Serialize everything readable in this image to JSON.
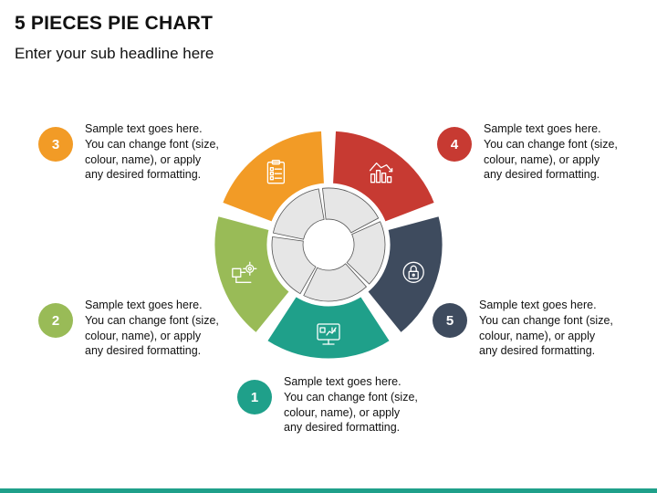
{
  "header": {
    "title": "5 PIECES PIE CHART",
    "subtitle": "Enter your sub headline here"
  },
  "colors": {
    "piece_1": "#1fa08a",
    "piece_2": "#99bb57",
    "piece_3": "#f29b26",
    "piece_4": "#c73a32",
    "piece_5": "#3e4b5e",
    "inner_ring": "#e6e6e6",
    "footer": "#1fa08a"
  },
  "pieces": [
    {
      "number": "1",
      "icon": "monitor-chart-icon",
      "text": [
        "Sample text goes here.",
        "You can change font (size,",
        "colour, name), or apply",
        "any desired formatting."
      ]
    },
    {
      "number": "2",
      "icon": "circuit-gear-icon",
      "text": [
        "Sample text goes here.",
        "You can change font (size,",
        "colour, name), or apply",
        "any desired formatting."
      ]
    },
    {
      "number": "3",
      "icon": "clipboard-checklist-icon",
      "text": [
        "Sample text goes here.",
        "You can change font (size,",
        "colour, name), or apply",
        "any desired formatting."
      ]
    },
    {
      "number": "4",
      "icon": "bar-chart-trend-icon",
      "text": [
        "Sample text goes here.",
        "You can change font (size,",
        "colour, name), or apply",
        "any desired formatting."
      ]
    },
    {
      "number": "5",
      "icon": "lock-cycle-icon",
      "text": [
        "Sample text goes here.",
        "You can change font (size,",
        "colour, name), or apply",
        "any desired formatting."
      ]
    }
  ]
}
